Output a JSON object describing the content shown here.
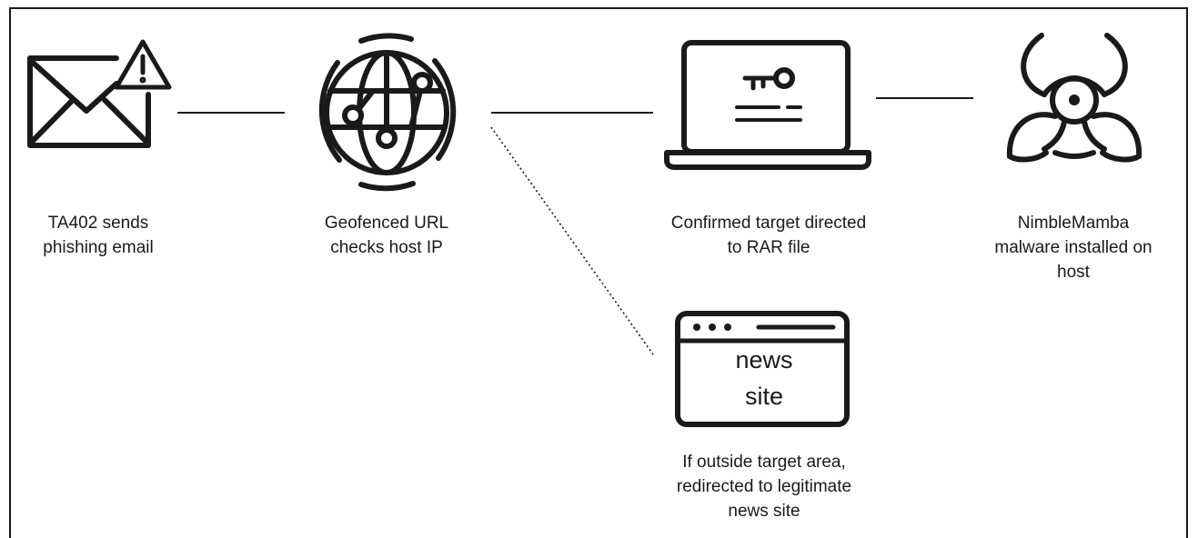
{
  "steps": [
    {
      "id": "email",
      "icon": "email-warning-icon",
      "caption_lines": [
        "TA402 sends",
        "phishing email"
      ]
    },
    {
      "id": "geofence",
      "icon": "globe-network-icon",
      "caption_lines": [
        "Geofenced URL",
        "checks host IP"
      ]
    },
    {
      "id": "target",
      "icon": "laptop-key-icon",
      "caption_lines": [
        "Confirmed target directed",
        "to RAR file"
      ]
    },
    {
      "id": "malware",
      "icon": "biohazard-icon",
      "caption_lines": [
        "NimbleMamba",
        "malware installed on",
        "host"
      ]
    },
    {
      "id": "redirect",
      "icon": "browser-window-icon",
      "caption_lines": [
        "If outside target area,",
        "redirected to legitimate",
        "news site"
      ]
    }
  ],
  "browser_window": {
    "line1": "news",
    "line2": "site"
  },
  "colors": {
    "stroke": "#1a1a1a",
    "background": "#ffffff"
  }
}
